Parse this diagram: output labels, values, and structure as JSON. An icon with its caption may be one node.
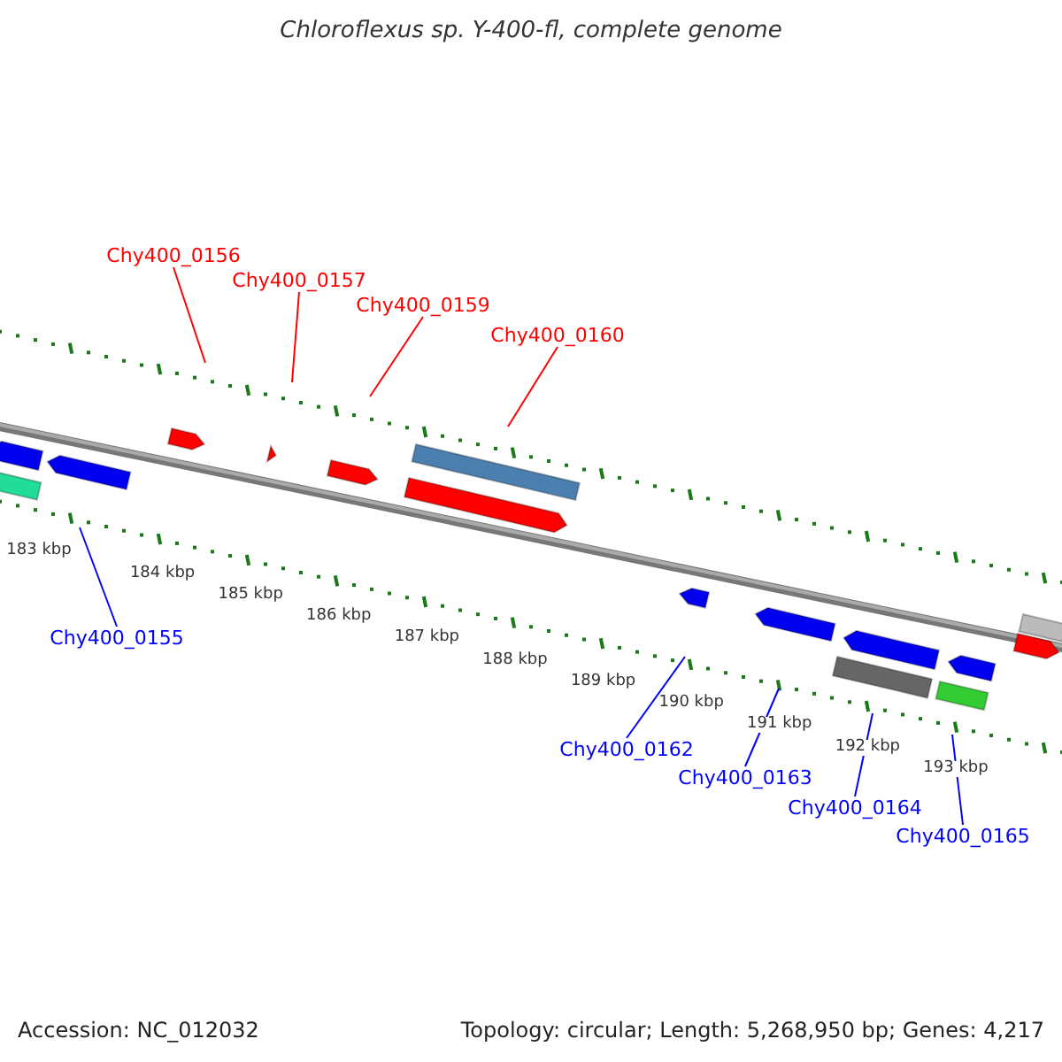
{
  "diagram": {
    "title": "Chloroflexus sp. Y-400-fl, complete genome",
    "nodes": [
      {
        "text": [
          "Chy400_0156"
        ]
      },
      {
        "text": [
          "Chy400_0157"
        ]
      },
      {
        "text": [
          "Chy400_0159"
        ]
      },
      {
        "text": [
          "Chy400_0160"
        ]
      },
      {
        "text": [
          "Chy400_0155"
        ]
      },
      {
        "text": [
          "Chy400_0162"
        ]
      },
      {
        "text": [
          "Chy400_0163"
        ]
      },
      {
        "text": [
          "Chy400_0164"
        ]
      },
      {
        "text": [
          "Chy400_0165"
        ]
      }
    ],
    "edges": [
      {
        "from": 0,
        "to": null,
        "arrow": "none",
        "color": "#ff0000"
      },
      {
        "from": 1,
        "to": null,
        "arrow": "none",
        "color": "#ff0000"
      },
      {
        "from": 2,
        "to": null,
        "arrow": "none",
        "color": "#ff0000"
      },
      {
        "from": 3,
        "to": null,
        "arrow": "none",
        "color": "#ff0000"
      },
      {
        "from": 4,
        "to": null,
        "arrow": "none",
        "color": "#0000ff"
      },
      {
        "from": 5,
        "to": null,
        "arrow": "none",
        "color": "#0000ff"
      },
      {
        "from": 6,
        "to": null,
        "arrow": "none",
        "color": "#0000ff"
      },
      {
        "from": 7,
        "to": null,
        "arrow": "none",
        "color": "#0000ff"
      },
      {
        "from": 8,
        "to": null,
        "arrow": "none",
        "color": "#0000ff"
      }
    ],
    "labels": [
      "183 kbp",
      "184 kbp",
      "185 kbp",
      "186 kbp",
      "187 kbp",
      "188 kbp",
      "189 kbp",
      "190 kbp",
      "191 kbp",
      "192 kbp",
      "193 kbp",
      "Accession: NC_012032",
      "Topology: circular; Length: 5,268,950 bp; Genes: 4,217"
    ]
  }
}
